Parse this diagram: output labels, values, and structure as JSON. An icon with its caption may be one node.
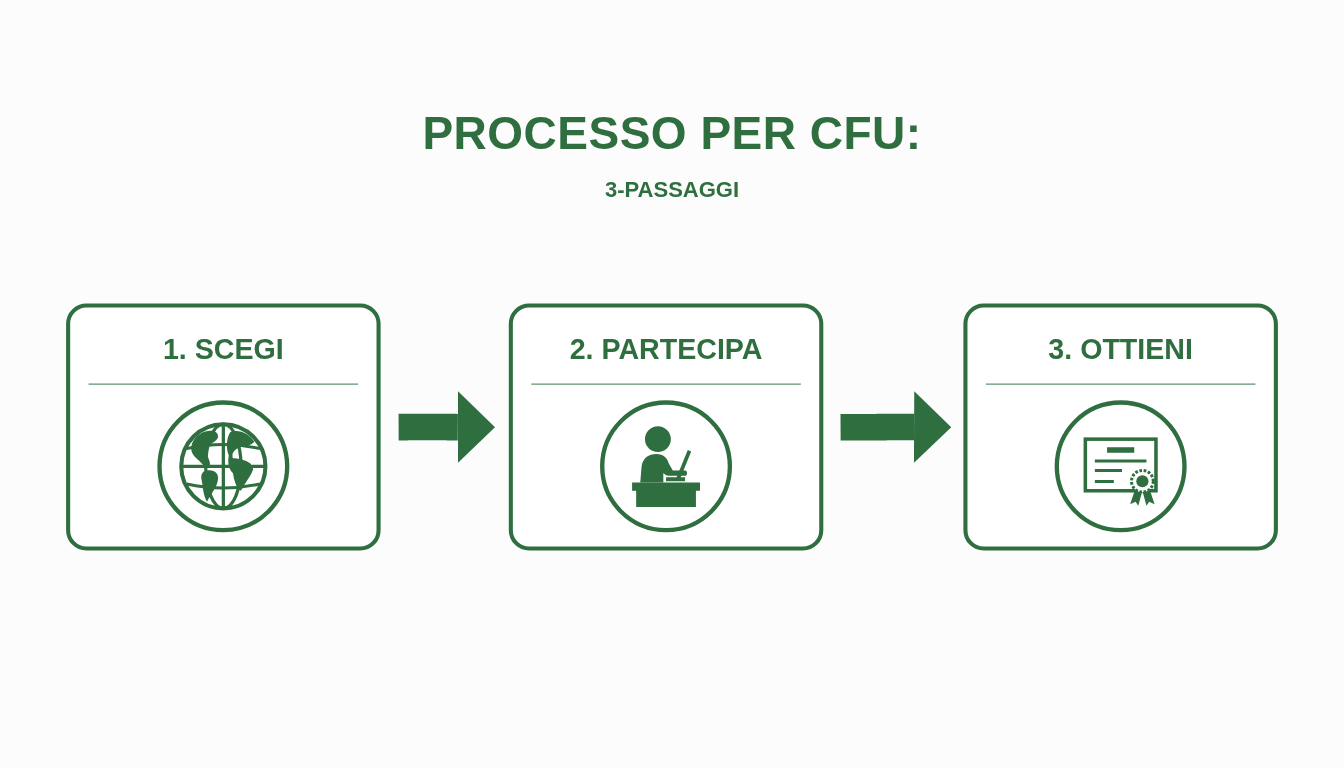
{
  "diagram": {
    "title": "PROCESSO PER CFU:",
    "nodes": [
      {
        "text": [
          "1. SCEGI"
        ]
      },
      {
        "text": [
          "2. PARTECIPA"
        ]
      },
      {
        "text": [
          "3. OTTIENI"
        ]
      }
    ],
    "edges": [
      {
        "from": 0,
        "to": 1,
        "arrow": "to"
      },
      {
        "from": 1,
        "to": 2,
        "arrow": "to"
      }
    ],
    "labels": [
      "3-PASSAGGI"
    ]
  }
}
